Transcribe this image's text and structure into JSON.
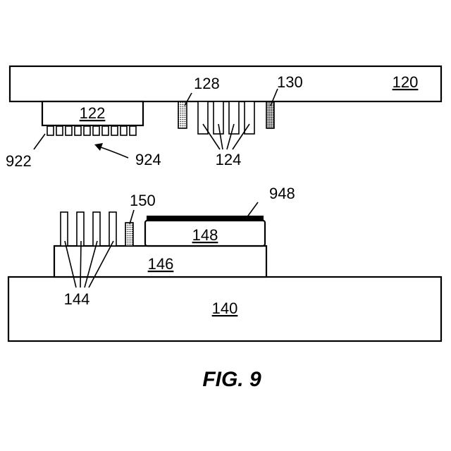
{
  "labels": {
    "substrate_top": "120",
    "chip_top": "122",
    "pins_top": "124",
    "post_left_top": "128",
    "post_right_top": "130",
    "pads_left": "922",
    "pads_arrow": "924",
    "substrate_bottom": "140",
    "pins_bottom": "144",
    "layer_mid": "146",
    "chip_bottom": "148",
    "post_bottom": "150",
    "coating": "948"
  },
  "caption": "FIG. 9"
}
